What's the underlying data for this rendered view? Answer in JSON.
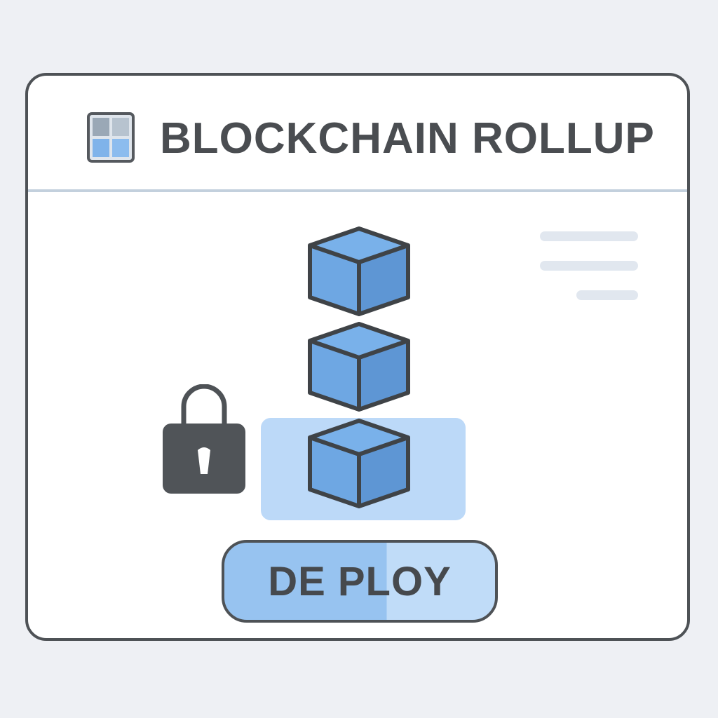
{
  "window": {
    "title": "BLOCKCHAIN ROLLUP",
    "title_icon": "grid-app-icon"
  },
  "main": {
    "stack_icon": "stacked-blocks-icon",
    "lock_icon": "padlock-icon",
    "placeholder_lines": 3,
    "deploy_button": {
      "label": "DE PLOY"
    }
  },
  "colors": {
    "accent": "#6fa7e3",
    "accent_light": "#bcd9f8",
    "text": "#4a4d51",
    "border": "#4e5256",
    "background": "#eef0f4"
  }
}
